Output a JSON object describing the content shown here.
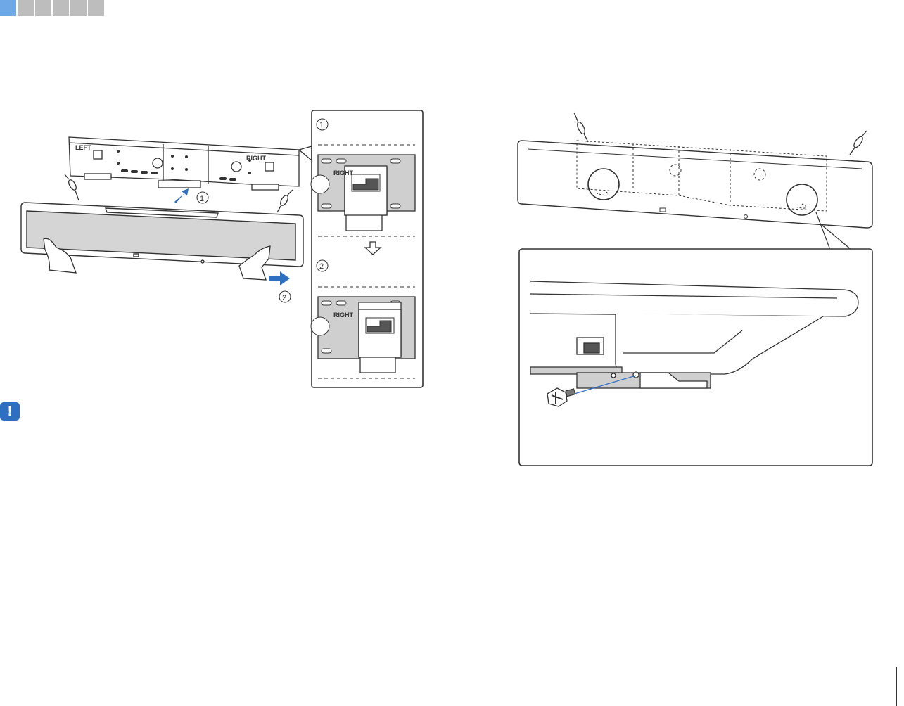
{
  "nav": {
    "tabs": [
      "",
      "",
      "",
      "",
      "",
      ""
    ],
    "active_tab": 0
  },
  "figure_left": {
    "bracket_left_label": "LEFT",
    "bracket_right_label": "RIGHT",
    "step_one": "①",
    "step_two": "②",
    "inset_step_one": "①",
    "inset_step_two": "②",
    "inset_top_label": "RIGHT",
    "inset_bottom_label": "RIGHT"
  },
  "notice": {
    "icon": "exclamation-icon",
    "glyph": "!"
  },
  "colors": {
    "accent": "#2f6fc2",
    "tab_active": "#6ea8e6",
    "tab_inactive": "#bdbdbd",
    "line": "#333333"
  }
}
